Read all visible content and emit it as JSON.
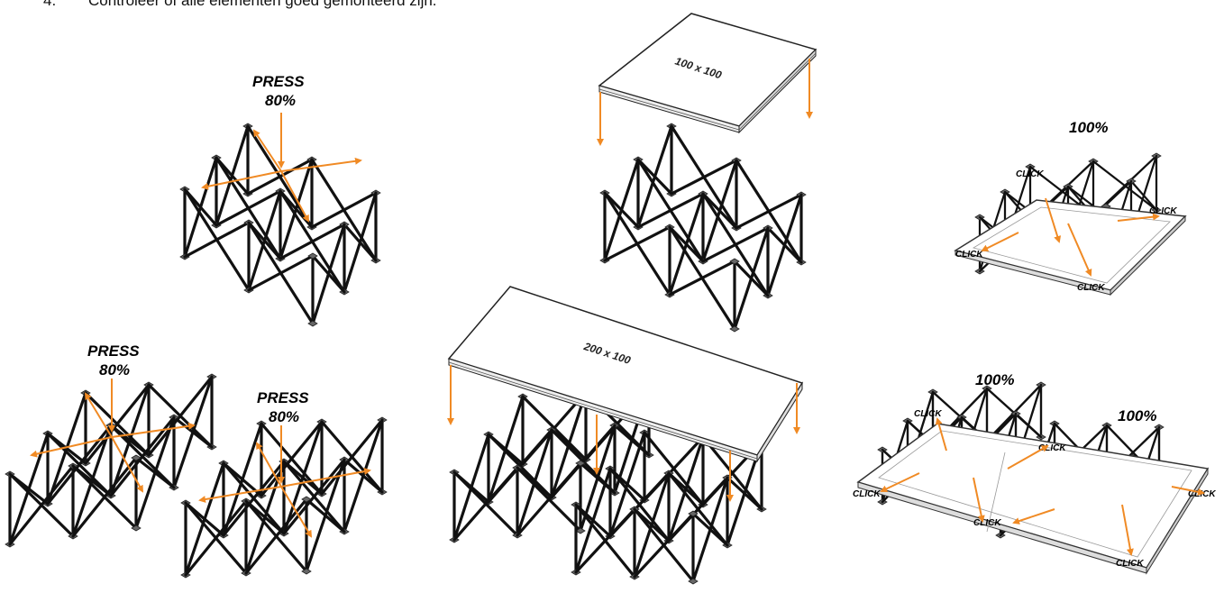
{
  "instruction": {
    "number": "4.",
    "text": "Controleer of alle elementen goed gemonteerd zijn."
  },
  "labels": {
    "press": "PRESS",
    "press_pct": "80%",
    "full_pct": "100%",
    "click": "CLICK",
    "board_small": "100 x 100",
    "board_large": "200 x 100"
  },
  "colors": {
    "frame": "#111111",
    "arrow": "#f08a24",
    "board_edge": "#333333",
    "board_fill": "#ffffff"
  }
}
